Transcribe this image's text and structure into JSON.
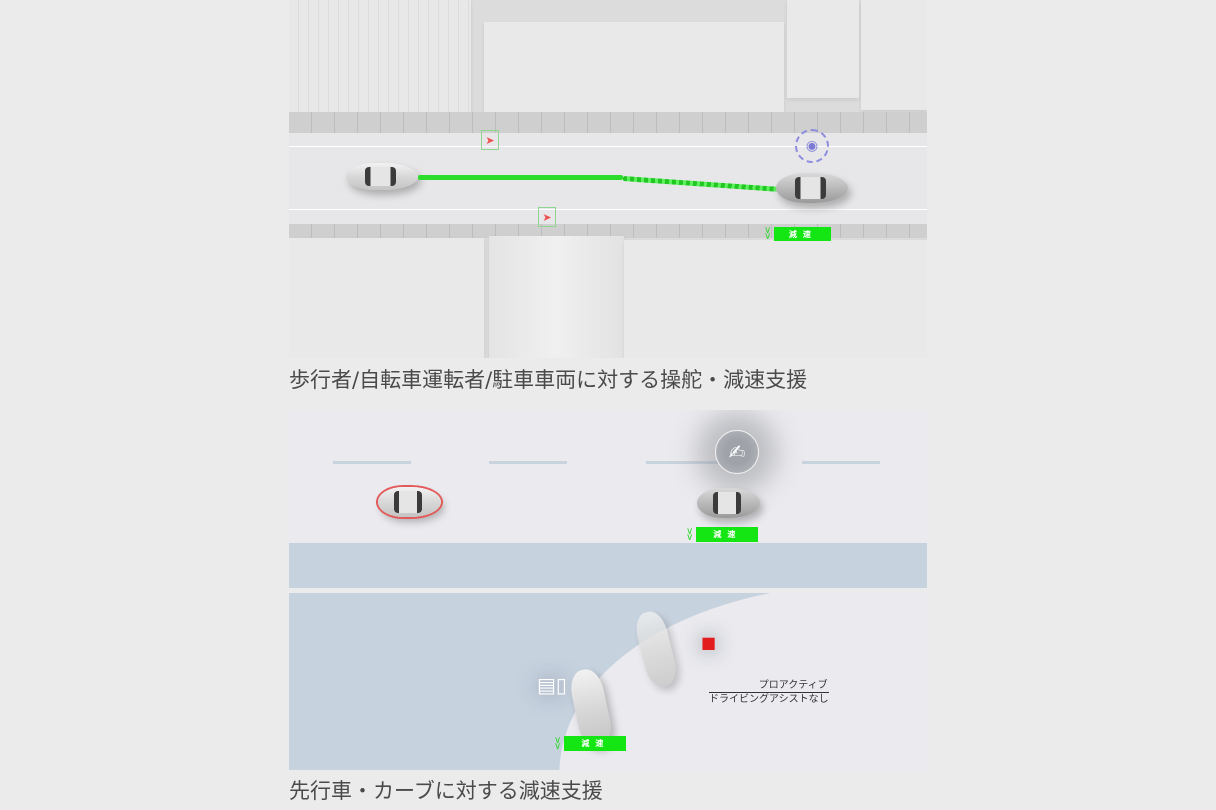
{
  "panels": [
    {
      "id": "steering-decel",
      "caption": "歩行者/自転車運転者/駐車車両に対する操舵・減速支援",
      "elements": {
        "decel_tag": "減速",
        "pedestrian_icon_1": "pedestrian-icon",
        "pedestrian_icon_2": "pedestrian-icon",
        "steering_icon": "steering-wheel-icon"
      }
    },
    {
      "id": "lead-vehicle-curve-decel",
      "caption": "先行車・カーブに対する減速支援",
      "lead_vehicle_scene": {
        "decel_tag": "減速",
        "icon": "foot-off-pedal-icon"
      },
      "curve_scene": {
        "decel_tag": "減速",
        "icon": "pedal-icon",
        "note_line1": "プロアクティブ",
        "note_line2": "ドライビングアシストなし"
      }
    }
  ],
  "colors": {
    "decel_green": "#13e613",
    "path_green": "#2bdc2b",
    "pedestrian_red": "#ee5050",
    "steering_purple": "#8c8ce0",
    "caption_text": "#4a4a4a",
    "background": "#ebebeb"
  }
}
